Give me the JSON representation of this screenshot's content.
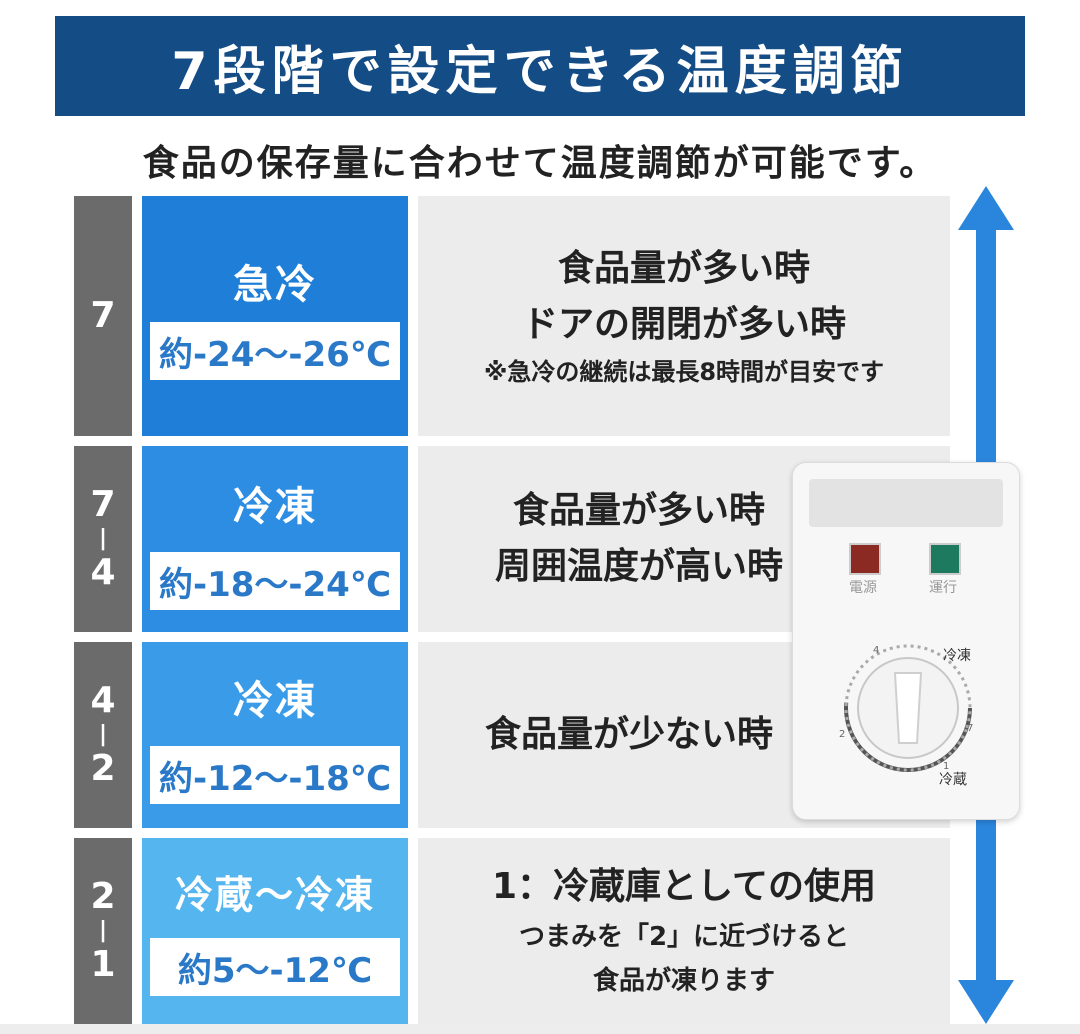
{
  "header": {
    "title": "7段階で設定できる温度調節"
  },
  "subtitle": "食品の保存量に合わせて温度調節が可能です。",
  "rows": [
    {
      "level_top": "7",
      "level_sep": "",
      "level_bottom": "",
      "mode": "急冷",
      "temp": "約-24～-26℃",
      "color": "#1f7fd8",
      "desc_lines": [
        "食品量が多い時",
        "ドアの開閉が多い時"
      ],
      "note": "※急冷の継続は最長8時間が目安です"
    },
    {
      "level_top": "7",
      "level_sep": "|",
      "level_bottom": "4",
      "mode": "冷凍",
      "temp": "約-18～-24℃",
      "color": "#2c8de3",
      "desc_lines": [
        "食品量が多い時",
        "周囲温度が高い時"
      ],
      "note": ""
    },
    {
      "level_top": "4",
      "level_sep": "|",
      "level_bottom": "2",
      "mode": "冷凍",
      "temp": "約-12～-18℃",
      "color": "#3a9ce9",
      "desc_lines": [
        "食品量が少ない時"
      ],
      "note": ""
    },
    {
      "level_top": "2",
      "level_sep": "|",
      "level_bottom": "1",
      "mode": "冷蔵～冷凍",
      "temp": "約5～-12℃",
      "color": "#55b5ef",
      "desc_lines": [
        "1：冷蔵庫としての使用"
      ],
      "note_lines": [
        "つまみを「2」に近づけると",
        "食品が凍ります"
      ]
    }
  ],
  "panel": {
    "lamp_power_label": "電源",
    "lamp_run_label": "運行",
    "dial_top_label": "冷凍",
    "dial_bottom_label": "冷蔵",
    "dial_marks": [
      "1",
      "2",
      "4",
      "7"
    ]
  },
  "colors": {
    "header_bg": "#144c86",
    "level_bg": "#6b6b6b",
    "arrow": "#2a86dd",
    "lamp_power": "#8a2a22",
    "lamp_run": "#1e7a5e"
  }
}
